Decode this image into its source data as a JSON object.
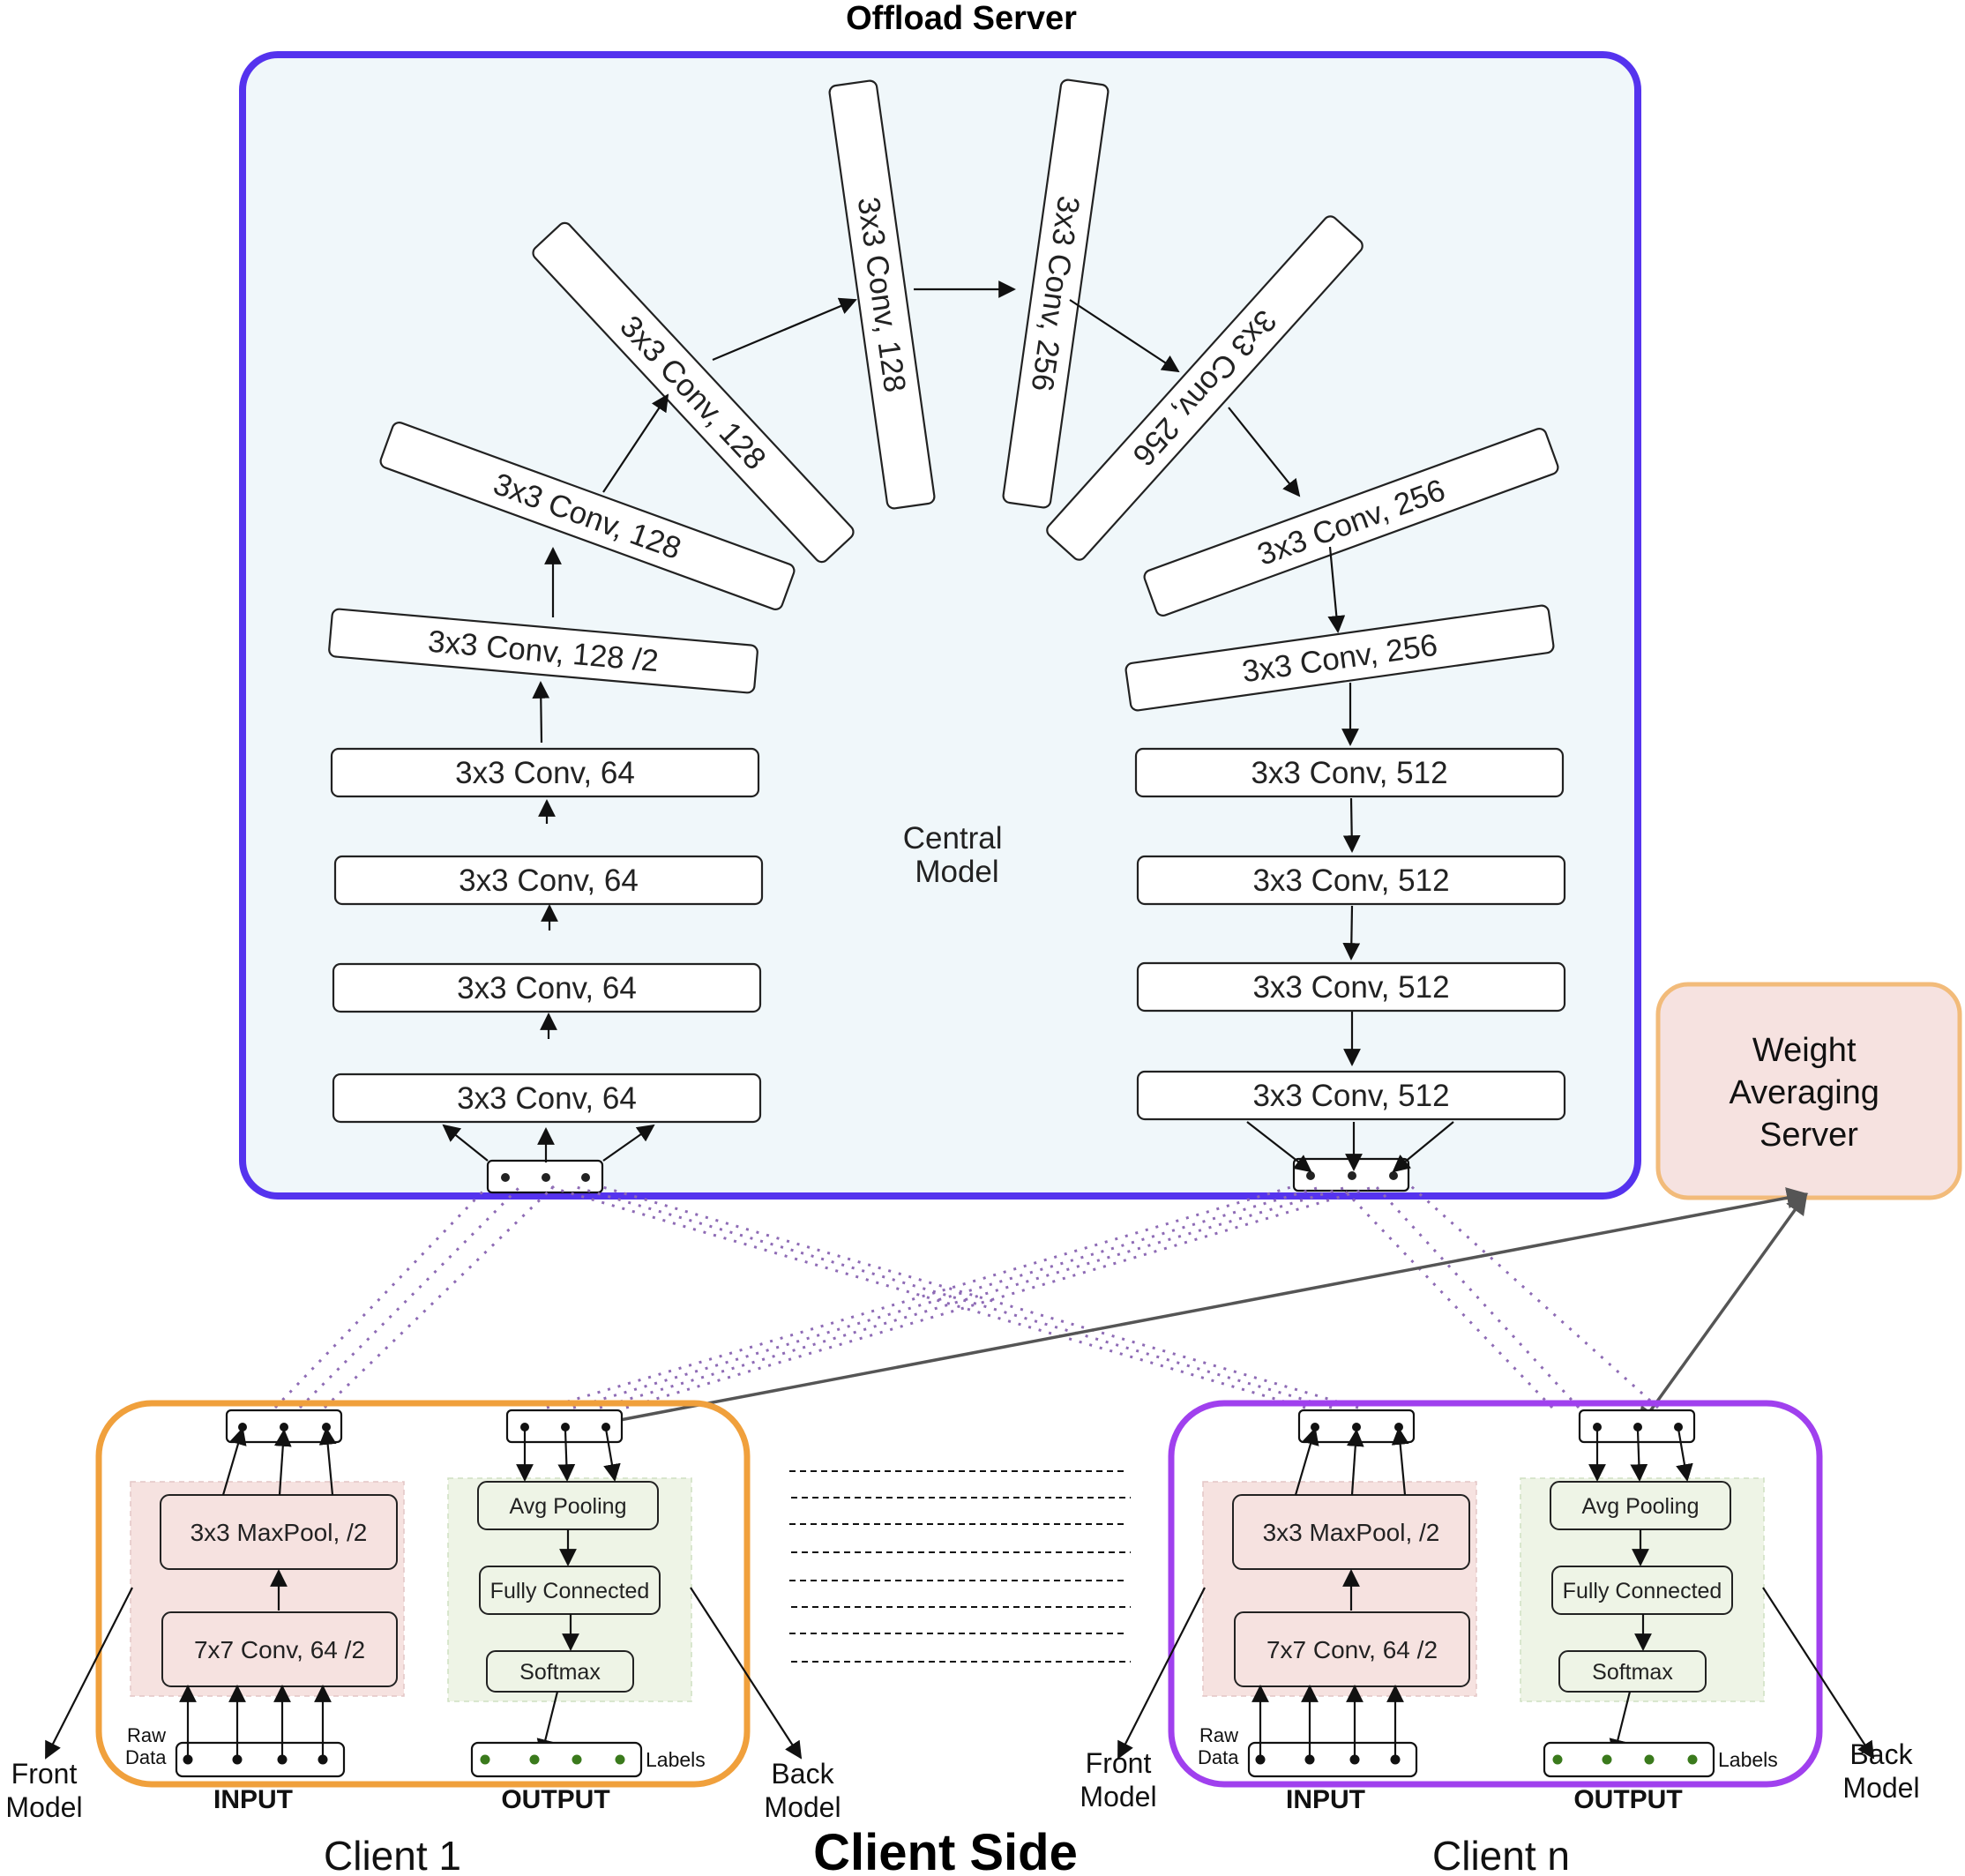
{
  "server": {
    "title": "Offload Server",
    "center_label": [
      "Central",
      "Model"
    ],
    "left_column": [
      "3x3 Conv, 64",
      "3x3 Conv, 64",
      "3x3 Conv, 64",
      "3x3 Conv, 64",
      "3x3 Conv, 128 /2",
      "3x3 Conv, 128",
      "3x3 Conv, 128",
      "3x3 Conv, 128"
    ],
    "right_column": [
      "3x3 Conv, 256",
      "3x3 Conv, 256",
      "3x3 Conv, 256",
      "3x3 Conv, 256",
      "3x3 Conv, 512",
      "3x3 Conv, 512",
      "3x3 Conv, 512",
      "3x3 Conv, 512"
    ],
    "accent": "#5533ee"
  },
  "weight_server": {
    "label": [
      "Weight",
      "Averaging",
      "Server"
    ],
    "fill": "#f6e2e0",
    "border": "#f2bb7a"
  },
  "clients": [
    {
      "name": "Client 1",
      "border": "#f0a03c",
      "front": [
        "3x3 MaxPool, /2",
        "7x7 Conv, 64 /2"
      ],
      "back": [
        "Avg Pooling",
        "Fully Connected",
        "Softmax"
      ],
      "input_label": "INPUT",
      "output_label": "OUTPUT",
      "raw_data": [
        "Raw",
        "Data"
      ],
      "labels": "Labels",
      "front_model": [
        "Front",
        "Model"
      ],
      "back_model": [
        "Back",
        "Model"
      ]
    },
    {
      "name": "Client n",
      "border": "#a040ee",
      "front": [
        "3x3 MaxPool, /2",
        "7x7 Conv, 64 /2"
      ],
      "back": [
        "Avg Pooling",
        "Fully Connected",
        "Softmax"
      ],
      "input_label": "INPUT",
      "output_label": "OUTPUT",
      "raw_data": [
        "Raw",
        "Data"
      ],
      "labels": "Labels",
      "front_model": [
        "Front",
        "Model"
      ],
      "back_model": [
        "Back",
        "Model"
      ]
    }
  ],
  "client_side_label": "Client Side"
}
